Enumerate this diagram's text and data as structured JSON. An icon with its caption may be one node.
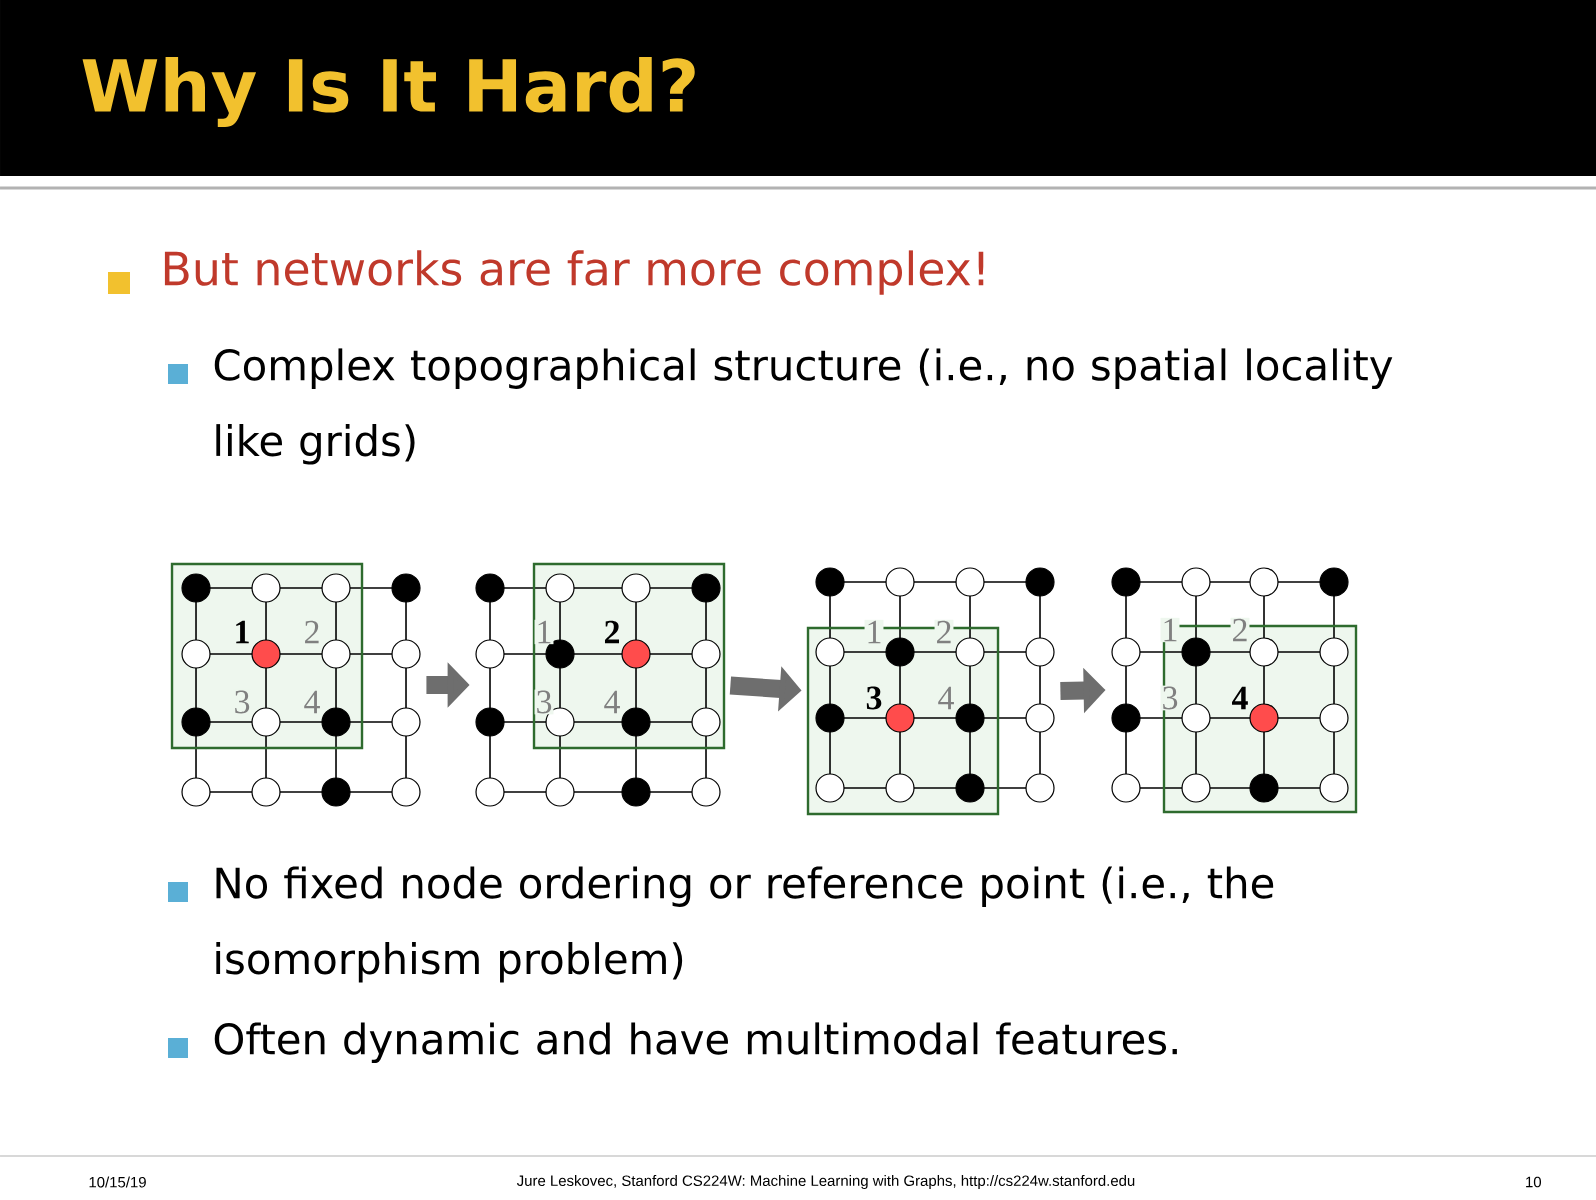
{
  "diagram": {
    "title": "Why Is It Hard?",
    "nodes": [
      {
        "text": [],
        "shape": "grid"
      },
      {
        "text": [],
        "shape": "grid"
      },
      {
        "text": [],
        "shape": "grid"
      },
      {
        "text": [],
        "shape": "grid"
      }
    ],
    "edges": [
      {
        "from": 0,
        "to": 1,
        "arrow": "to"
      },
      {
        "from": 1,
        "to": 2,
        "arrow": "to"
      },
      {
        "from": 2,
        "to": 3,
        "arrow": "to"
      }
    ],
    "labels": [
      "But networks are far more complex!",
      "Complex topographical structure (i.e., no spatial locality like grids)",
      "1",
      "2",
      "3",
      "4",
      "1",
      "2",
      "3",
      "4",
      "1",
      "2",
      "3",
      "4",
      "1",
      "2",
      "3",
      "4",
      "No fixed node ordering or reference point (i.e., the isomorphism problem)",
      "Often dynamic and have multimodal features.",
      "10/15/19",
      "Jure Leskovec, Stanford CS224W: Machine Learning with Graphs, http://cs224w.stanford.edu",
      "10"
    ]
  }
}
